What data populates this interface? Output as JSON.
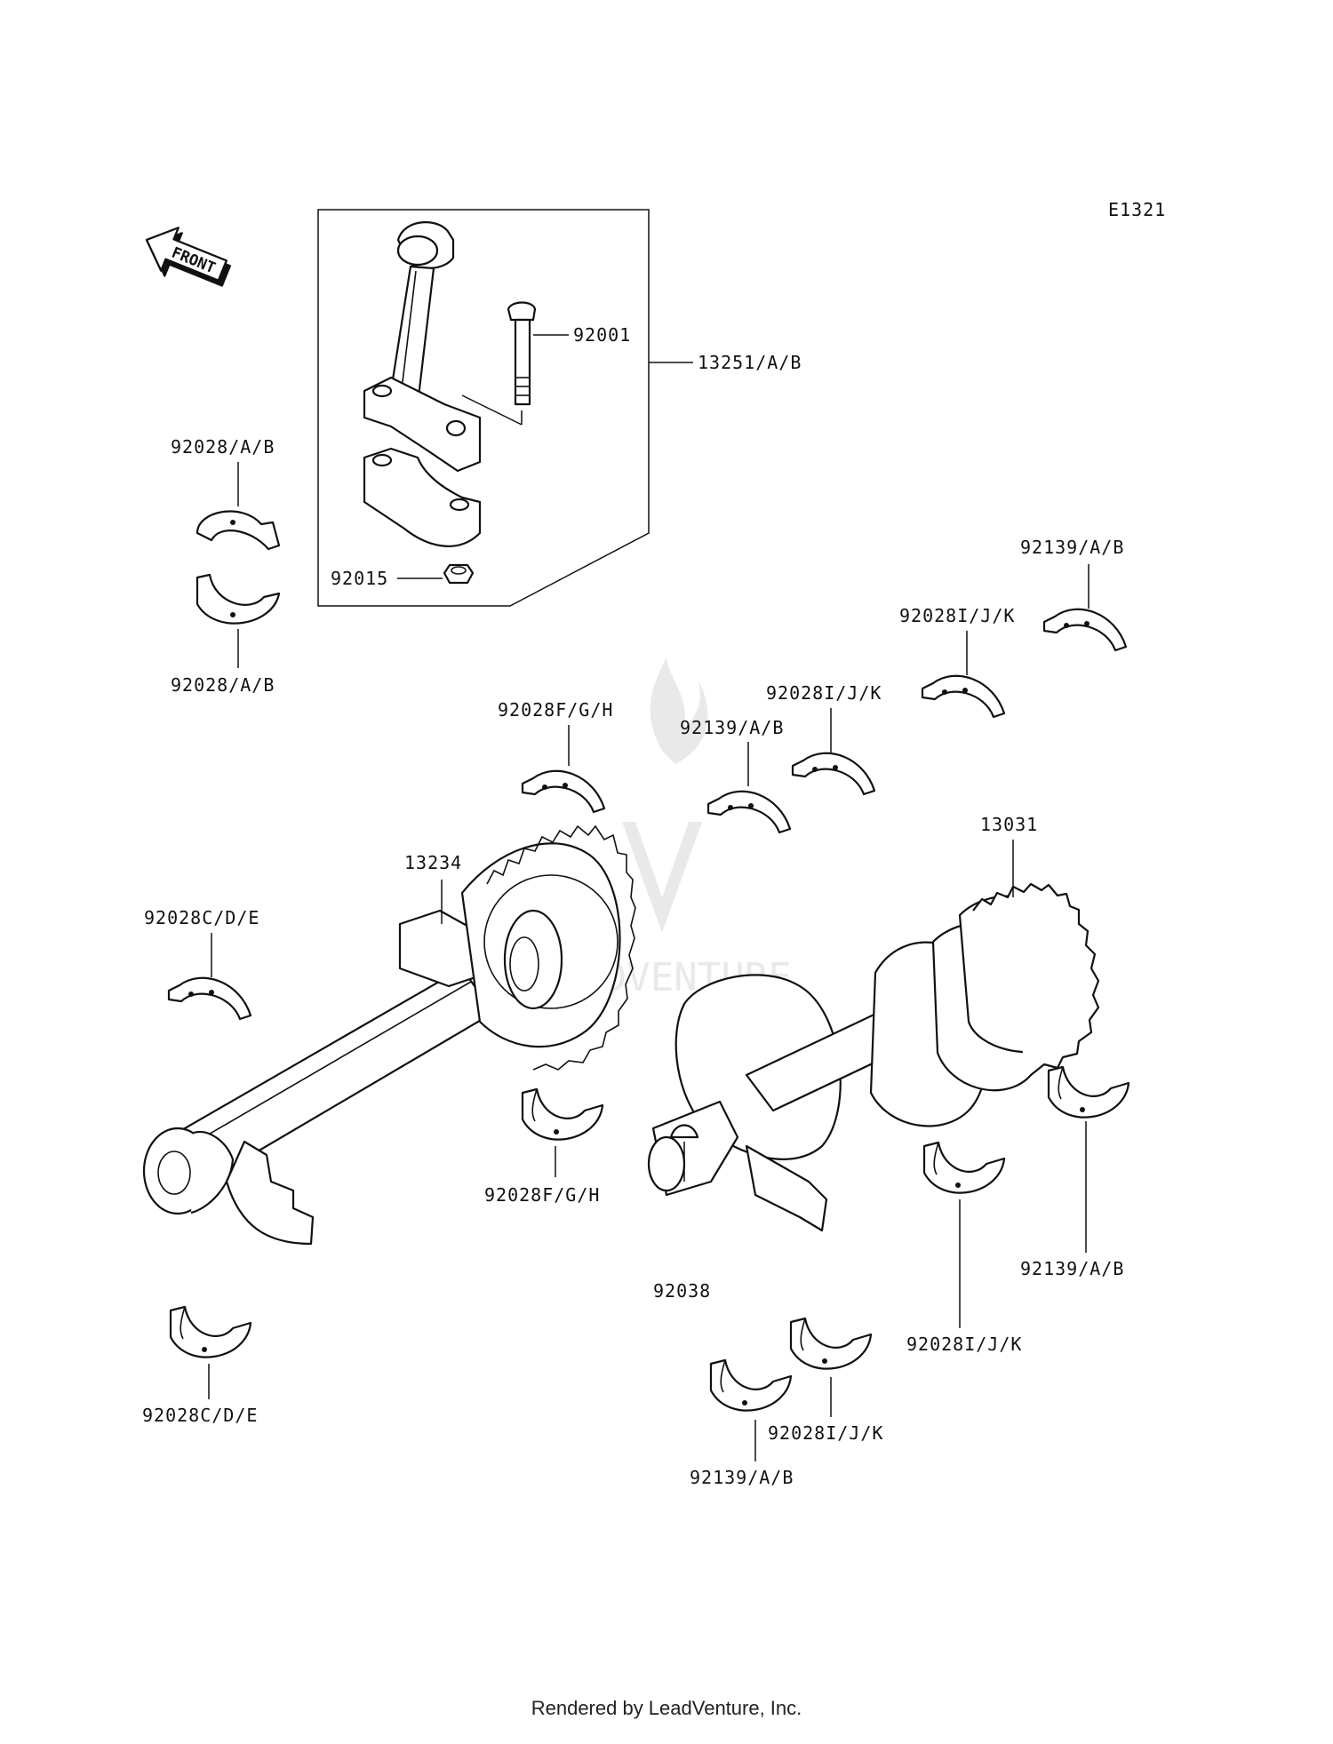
{
  "diagram": {
    "code": "E1321",
    "front_label": "FRONT",
    "watermark_text": "LEADVENTURE",
    "labels": {
      "p92001": "92001",
      "p13251": "13251/A/B",
      "p92015": "92015",
      "p92028ab_top": "92028/A/B",
      "p92028ab_bottom": "92028/A/B",
      "p92139_r1": "92139/A/B",
      "p92028ijk_r1": "92028I/J/K",
      "p92028ijk_r2": "92028I/J/K",
      "p92139_r2": "92139/A/B",
      "p92028fgh_top": "92028F/G/H",
      "p13234": "13234",
      "p13031": "13031",
      "p92028cde_top": "92028C/D/E",
      "p92028fgh_bottom": "92028F/G/H",
      "p92038": "92038",
      "p92139_r3": "92139/A/B",
      "p92028ijk_r3": "92028I/J/K",
      "p92028cde_bottom": "92028C/D/E",
      "p92028ijk_r4": "92028I/J/K",
      "p92139_r4": "92139/A/B"
    }
  },
  "footer": {
    "text": "Rendered by LeadVenture, Inc."
  }
}
